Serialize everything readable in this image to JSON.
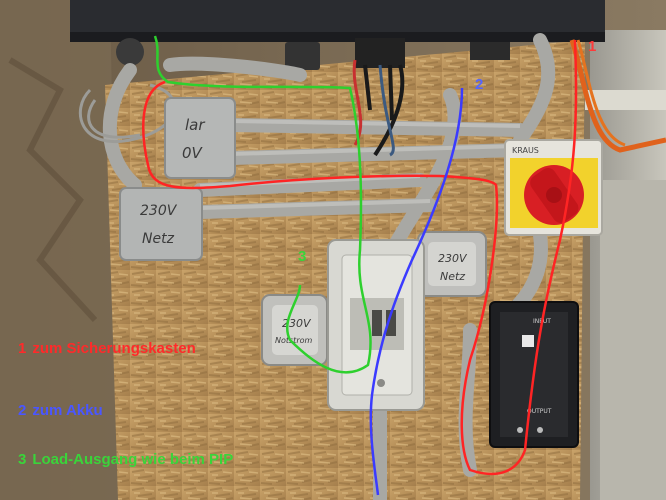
{
  "annotations": {
    "legend": [
      {
        "number": "1",
        "text": "zum Sicherungskasten",
        "color": "#ff2a2a"
      },
      {
        "number": "2",
        "text": "zum Akku",
        "color": "#4a56ff"
      },
      {
        "number": "3",
        "text": "Load-Ausgang wie beim PIP",
        "color": "#3ad43a"
      }
    ],
    "markers": {
      "one": "1",
      "two": "2",
      "three": "3"
    }
  },
  "box_labels": {
    "top_left_line1": "lar",
    "top_left_line2": "0V",
    "netz_left_line1": "230V",
    "netz_left_line2": "Netz",
    "netz_right_line1": "230V",
    "netz_right_line2": "Netz",
    "small_box_line1": "230V",
    "small_box_line2": "Notstrom"
  },
  "device_labels": {
    "switch_brand": "KRAUS",
    "surge_input": "INPUT",
    "surge_output": "OUTPUT"
  }
}
